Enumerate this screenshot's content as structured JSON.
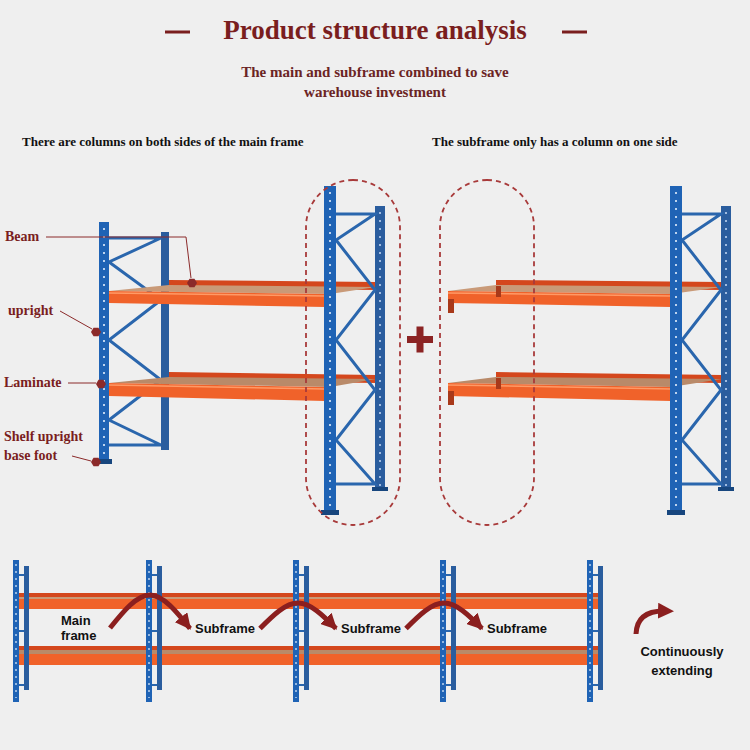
{
  "diagram": {
    "title": "Product structure analysis",
    "nodes": [
      {
        "text": [
          "Main frame"
        ]
      },
      {
        "text": [
          "Subframe"
        ]
      },
      {
        "text": [
          "Subframe"
        ]
      },
      {
        "text": [
          "Subframe"
        ]
      }
    ],
    "edges": [
      {
        "from": 0,
        "to": 1,
        "arrow": "to"
      },
      {
        "from": 1,
        "to": 2,
        "arrow": "to"
      },
      {
        "from": 2,
        "to": 3,
        "arrow": "to"
      }
    ],
    "labels": [
      "The main and subframe combined to save warehouse investment",
      "There are columns on both sides of the main frame",
      "The subframe only has a column on one side",
      "Beam",
      "upright",
      "Laminate",
      "Shelf upright base foot",
      "Continuously extending"
    ]
  }
}
